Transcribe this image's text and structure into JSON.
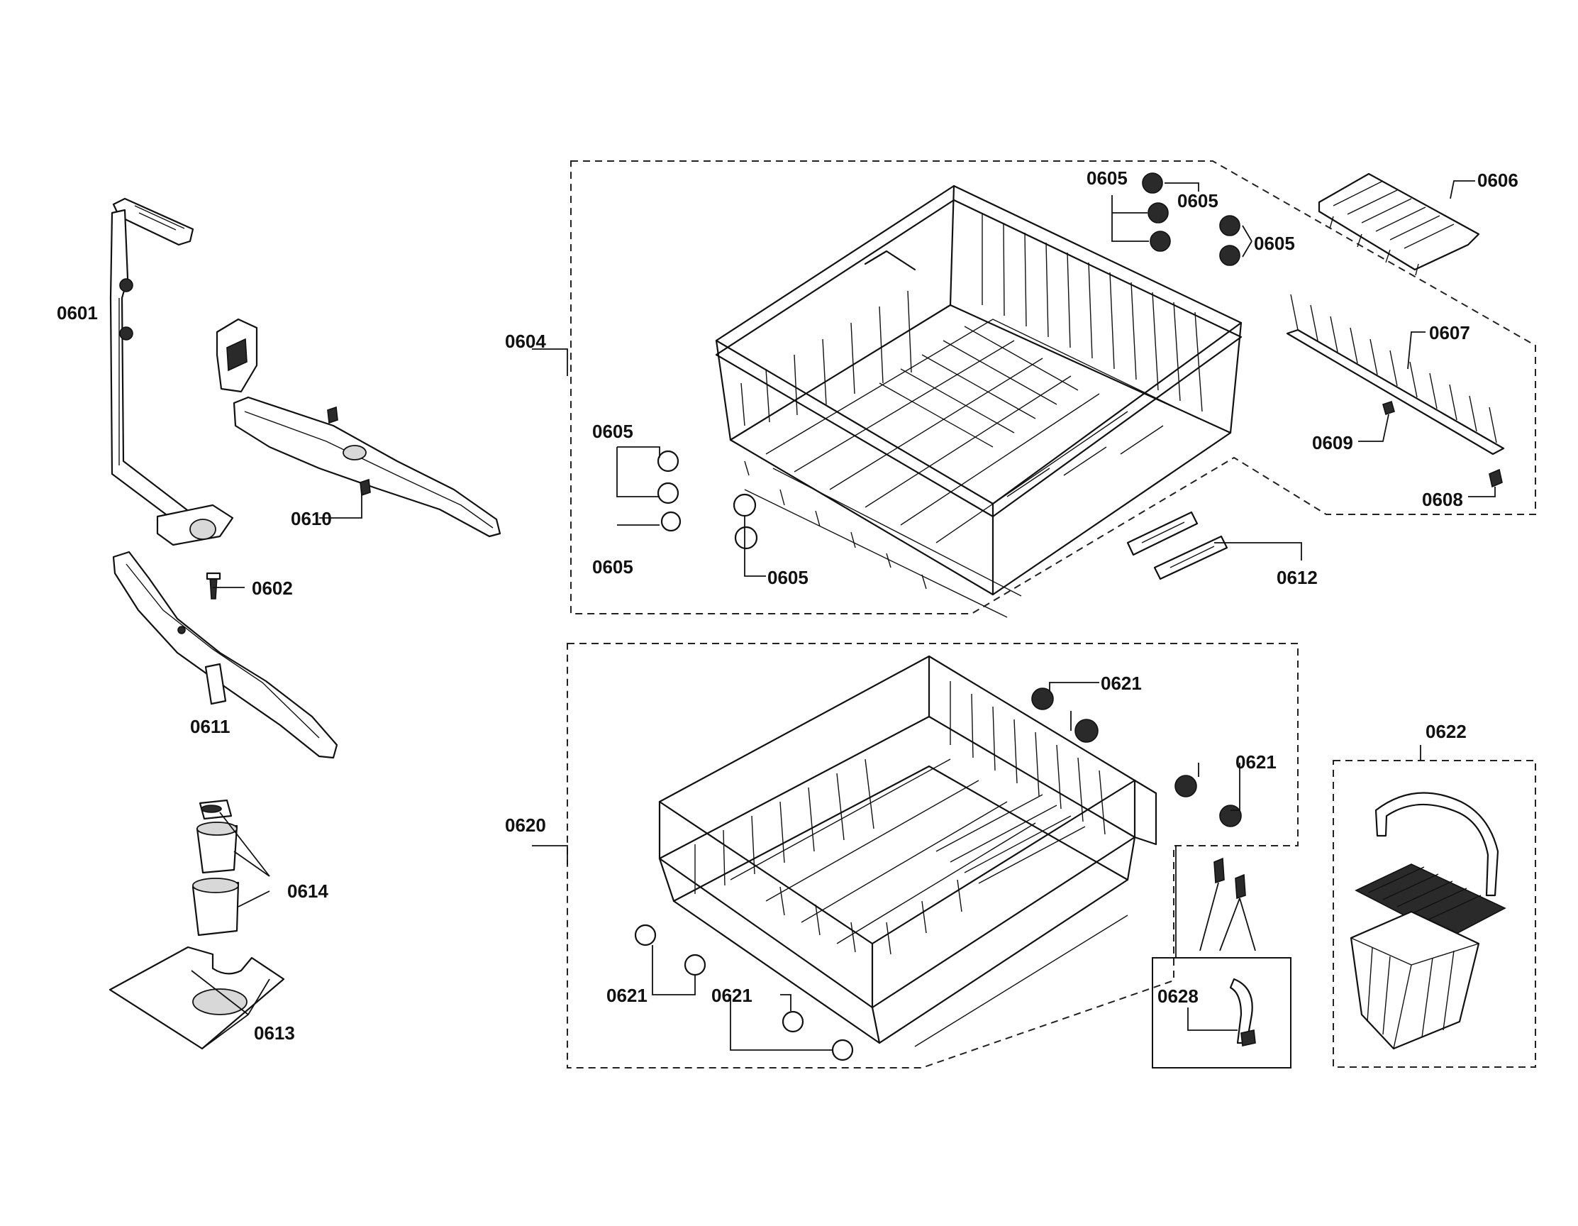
{
  "labels": [
    {
      "id": "0601",
      "text": "0601"
    },
    {
      "id": "0602",
      "text": "0602"
    },
    {
      "id": "0604",
      "text": "0604"
    },
    {
      "id": "0605a",
      "text": "0605"
    },
    {
      "id": "0605b",
      "text": "0605"
    },
    {
      "id": "0605c",
      "text": "0605"
    },
    {
      "id": "0605d",
      "text": "0605"
    },
    {
      "id": "0605e",
      "text": "0605"
    },
    {
      "id": "0605f",
      "text": "0605"
    },
    {
      "id": "0606",
      "text": "0606"
    },
    {
      "id": "0607",
      "text": "0607"
    },
    {
      "id": "0608",
      "text": "0608"
    },
    {
      "id": "0609",
      "text": "0609"
    },
    {
      "id": "0610",
      "text": "0610"
    },
    {
      "id": "0611",
      "text": "0611"
    },
    {
      "id": "0612",
      "text": "0612"
    },
    {
      "id": "0613",
      "text": "0613"
    },
    {
      "id": "0614",
      "text": "0614"
    },
    {
      "id": "0620",
      "text": "0620"
    },
    {
      "id": "0621a",
      "text": "0621"
    },
    {
      "id": "0621b",
      "text": "0621"
    },
    {
      "id": "0621c",
      "text": "0621"
    },
    {
      "id": "0621d",
      "text": "0621"
    },
    {
      "id": "0622",
      "text": "0622"
    },
    {
      "id": "0628",
      "text": "0628"
    }
  ]
}
